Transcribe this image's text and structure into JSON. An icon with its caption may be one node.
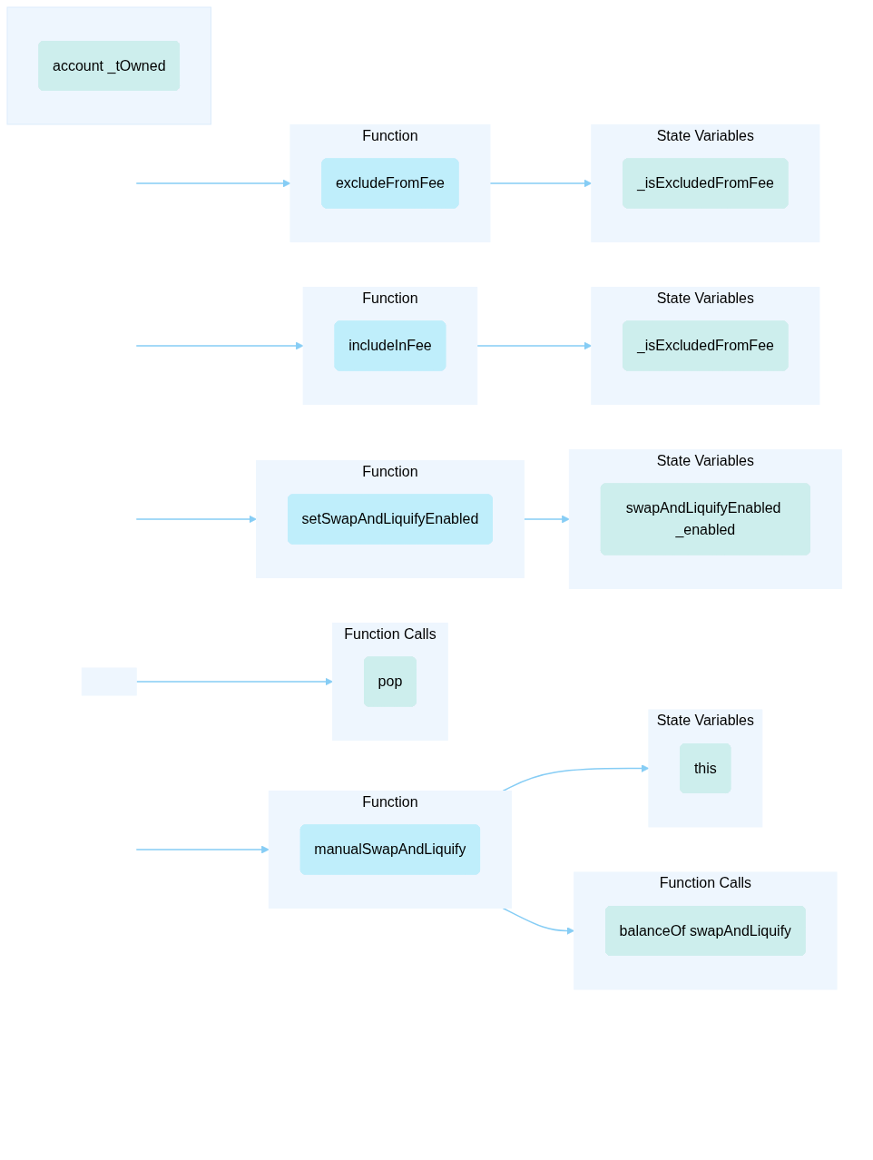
{
  "diagram": {
    "nodes": [
      {
        "text": [],
        "shape": "box"
      },
      {
        "text": [],
        "shape": "box"
      },
      {
        "text": [
          "account _tOwned"
        ],
        "in": 1
      },
      {
        "text": [
          "Function"
        ]
      },
      {
        "text": [
          "excludeFromFee"
        ],
        "in": 3
      },
      {
        "text": [
          "Function Calls"
        ]
      },
      {
        "text": [
          "pop"
        ],
        "in": 5
      },
      {
        "text": [
          "State Variables"
        ]
      },
      {
        "text": [
          "_isExcludedFromFee"
        ],
        "in": 7
      },
      {
        "text": [
          "Function"
        ]
      },
      {
        "text": [
          "includeInFee"
        ],
        "in": 9
      },
      {
        "text": [
          "State Variables"
        ]
      },
      {
        "text": [
          "_isExcludedFromFee"
        ],
        "in": 11
      },
      {
        "text": [
          "Function"
        ]
      },
      {
        "text": [
          "setSwapAndLiquifyEnabled"
        ],
        "in": 13
      },
      {
        "text": [
          "State Variables"
        ]
      },
      {
        "text": [
          "swapAndLiquifyEnabled _enabled"
        ],
        "in": 15
      },
      {
        "text": [
          "Function"
        ]
      },
      {
        "text": [
          "manualSwapAndLiquify"
        ],
        "in": 17
      },
      {
        "text": [
          "State Variables"
        ]
      },
      {
        "text": [
          "this"
        ],
        "in": 19
      },
      {
        "text": [
          "Function Calls"
        ]
      },
      {
        "text": [
          "balanceOf swapAndLiquify"
        ],
        "in": 21
      }
    ],
    "edges": [
      {
        "from": null,
        "to": 3,
        "arrow": "to"
      },
      {
        "from": 0,
        "to": 5,
        "arrow": "to"
      },
      {
        "from": null,
        "to": 9,
        "arrow": "to"
      },
      {
        "from": 3,
        "to": 7,
        "arrow": "to"
      },
      {
        "from": 9,
        "to": 11,
        "arrow": "to"
      },
      {
        "from": null,
        "to": 13,
        "arrow": "to"
      },
      {
        "from": 13,
        "to": 15,
        "arrow": "to"
      },
      {
        "from": null,
        "to": 17,
        "arrow": "to"
      },
      {
        "from": 17,
        "to": 19,
        "arrow": "to"
      },
      {
        "from": 17,
        "to": 21,
        "arrow": "to"
      }
    ]
  }
}
